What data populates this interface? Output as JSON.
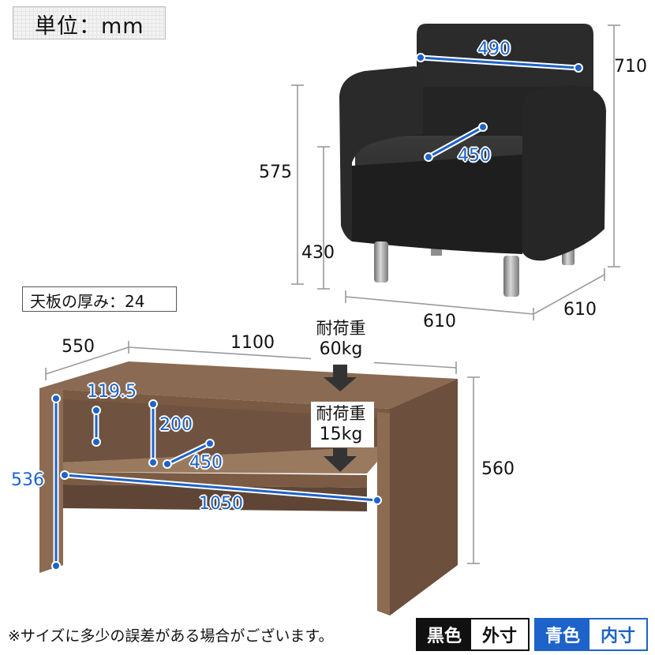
{
  "unit_label": "単位：mm",
  "tabletop_thickness": "天板の厚み：24",
  "chair": {
    "width": "610",
    "depth": "610",
    "height": "710",
    "arm_height": "575",
    "seat_height": "430",
    "inner_width": "490",
    "inner_depth": "450"
  },
  "table": {
    "width": "1100",
    "depth": "550",
    "height": "560",
    "inner_height": "536",
    "inner_width": "1050",
    "inner_depth": "450",
    "upper_gap": "119.5",
    "shelf_gap": "200",
    "top_load": {
      "label": "耐荷重",
      "value": "60kg"
    },
    "shelf_load": {
      "label": "耐荷重",
      "value": "15kg"
    }
  },
  "note": "※サイズに多少の誤差がある場合がございます。",
  "legend": {
    "outer": {
      "color_name": "黒色",
      "meaning": "外寸",
      "color": "#111111"
    },
    "inner": {
      "color_name": "青色",
      "meaning": "内寸",
      "color": "#1d63c9"
    }
  }
}
